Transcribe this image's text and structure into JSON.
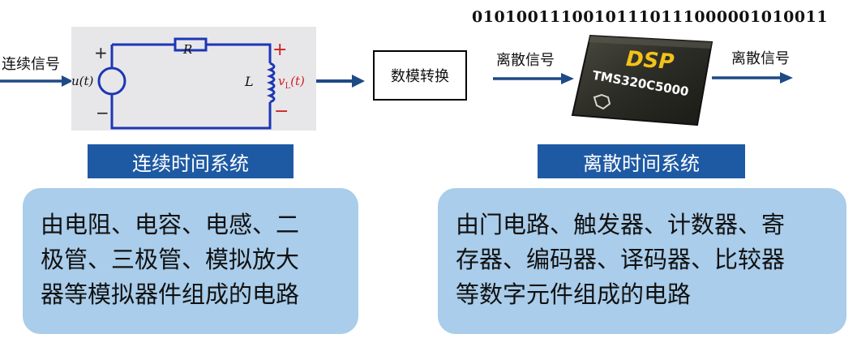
{
  "left": {
    "input_signal_label": "连续信号",
    "system_label": "连续时间系统",
    "description_lines": [
      "由电阻、电容、电感、二",
      "极管、三极管、模拟放大",
      "器等模拟器件组成的电路"
    ]
  },
  "circuit": {
    "resistor_label": "R",
    "inductor_label": "L",
    "source_label": "u(t)",
    "output_label_prefix": "v",
    "output_label_sub": "L",
    "output_label_suffix": "(t)",
    "left_plus": "+",
    "left_minus": "−",
    "right_plus": "+",
    "right_minus": "−"
  },
  "converter": {
    "label": "数模转换"
  },
  "right": {
    "binary_stream": "0101001110010111011100000101001​1",
    "input_signal_label": "离散信号",
    "output_signal_label": "离散信号",
    "chip_brand": "DSP",
    "chip_model": "TMS320C5000",
    "system_label": "离散时间系统",
    "description_lines": [
      "由门电路、触发器、计数器、寄",
      "存器、编码器、译码器、比较器",
      "等数字元件组成的电路"
    ]
  },
  "colors": {
    "arrow": "#1e4a86",
    "label_bg": "#1e5aa3",
    "desc_bg": "#a9cdea",
    "circuit_wire": "#1e36b4",
    "plus_minus": "#d21e1e"
  }
}
